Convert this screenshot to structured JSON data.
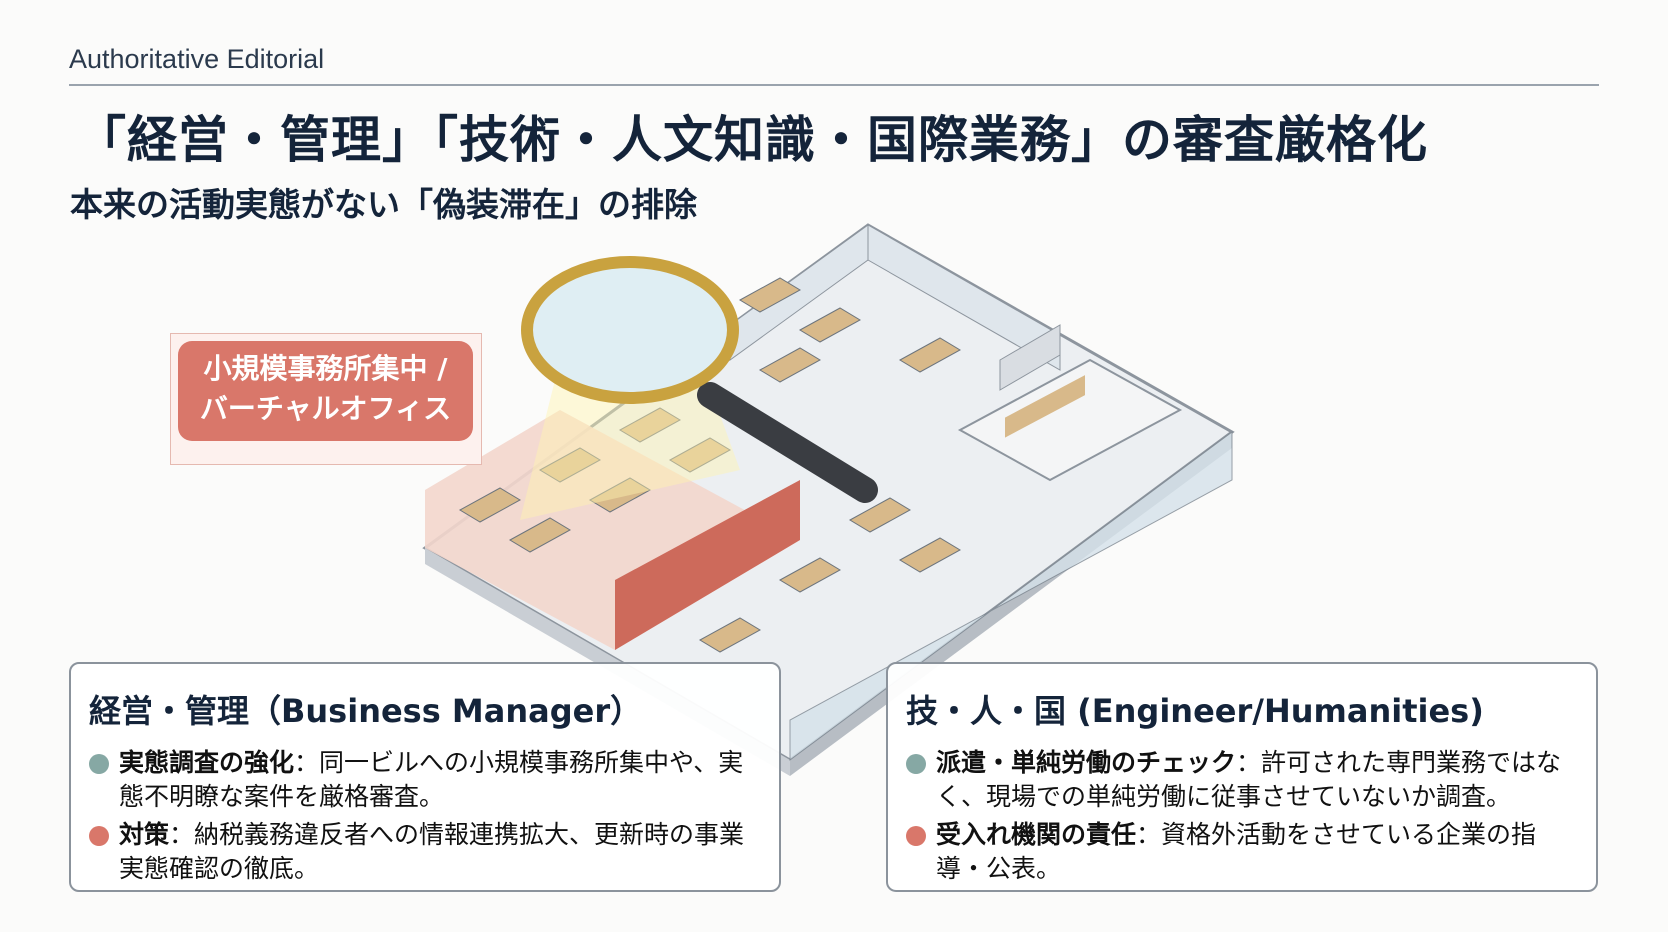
{
  "header": {
    "brand": "Authoritative Editorial"
  },
  "title": "「経営・管理」「技術・人文知識・国際業務」の審査厳格化",
  "subtitle": "本来の活動実態がない「偽装滞在」の排除",
  "callout": {
    "line1": "小規模事務所集中 /",
    "line2": "バーチャルオフィス"
  },
  "colors": {
    "teal": "#86a8a4",
    "coral": "#d9776a",
    "navy": "#14243a"
  },
  "left_box": {
    "heading": "経営・管理（Business Manager）",
    "items": [
      {
        "label": "実態調査の強化",
        "sep": "：",
        "text": "同一ビルへの小規模事務所集中や、実態不明瞭な案件を厳格審査。"
      },
      {
        "label": "対策",
        "sep": "：",
        "text": "納税義務違反者への情報連携拡大、更新時の事業実態確認の徹底。"
      }
    ]
  },
  "right_box": {
    "heading": "技・人・国 (Engineer/Humanities)",
    "items": [
      {
        "label": "派遣・単純労働のチェック",
        "sep": "：",
        "text": "許可された専門業務ではなく、現場での単純労働に従事させていないか調査。"
      },
      {
        "label": "受入れ機関の責任",
        "sep": "：",
        "text": "資格外活動をさせている企業の指導・公表。"
      }
    ]
  }
}
